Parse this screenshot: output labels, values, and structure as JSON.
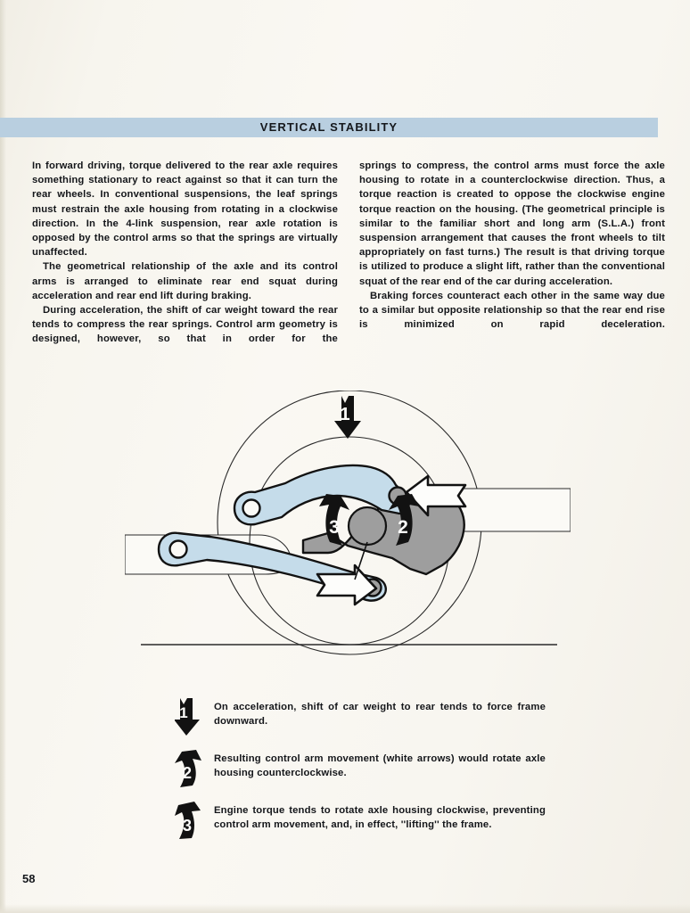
{
  "header": {
    "title": "VERTICAL STABILITY",
    "banner_color": "#b9cfe0"
  },
  "body": {
    "left_column": [
      "In forward driving, torque delivered to the rear axle requires something stationary to react against so that it can turn the rear wheels. In conventional suspensions, the leaf springs must restrain the axle housing from rotating in a clockwise direction. In the 4-link suspension, rear axle rotation is opposed by the control arms so that the springs are virtually unaffected.",
      "The geometrical relationship of the axle and its control arms is arranged to eliminate rear end squat during acceleration and rear end lift during braking.",
      "During acceleration, the shift of car weight toward the rear tends to compress the rear springs. Control arm geometry is designed, however, so that in order for the"
    ],
    "right_column": [
      "springs to compress, the control arms must force the axle housing to rotate in a counterclockwise direction. Thus, a torque reaction is created to oppose the clockwise engine torque reaction on the housing. (The geometrical principle is similar to the familiar short and long arm (S.L.A.) front suspension arrangement that causes the front wheels to tilt appropriately on fast turns.) The result is that driving torque is utilized to produce a slight lift, rather than the conventional squat of the rear end of the car during acceleration.",
      "Braking forces counteract each other in the same way due to a similar but opposite relationship so that the rear end rise is minimized on rapid deceleration."
    ]
  },
  "figure": {
    "callouts": [
      {
        "number": "1",
        "direction": "down"
      },
      {
        "number": "2",
        "direction": "up-right"
      },
      {
        "number": "3",
        "direction": "down-left"
      }
    ],
    "colors": {
      "control_arm": "#c5dcea",
      "axle_housing": "#9e9e9e",
      "frame": "#fbfaf6",
      "outline": "#121212"
    }
  },
  "legend": {
    "items": [
      {
        "number": "1",
        "glyph": "down-arrow-numbered",
        "text": "On acceleration, shift of car weight to rear tends to force frame downward."
      },
      {
        "number": "2",
        "glyph": "curved-up-arrow-numbered",
        "text": "Resulting control arm movement (white arrows) would rotate axle housing counterclockwise."
      },
      {
        "number": "3",
        "glyph": "curved-up-right-arrow-numbered",
        "text": "Engine torque tends to rotate axle housing clockwise, preventing control arm movement, and, in effect, ''lifting'' the frame."
      }
    ]
  },
  "footer": {
    "page_number": "58"
  }
}
